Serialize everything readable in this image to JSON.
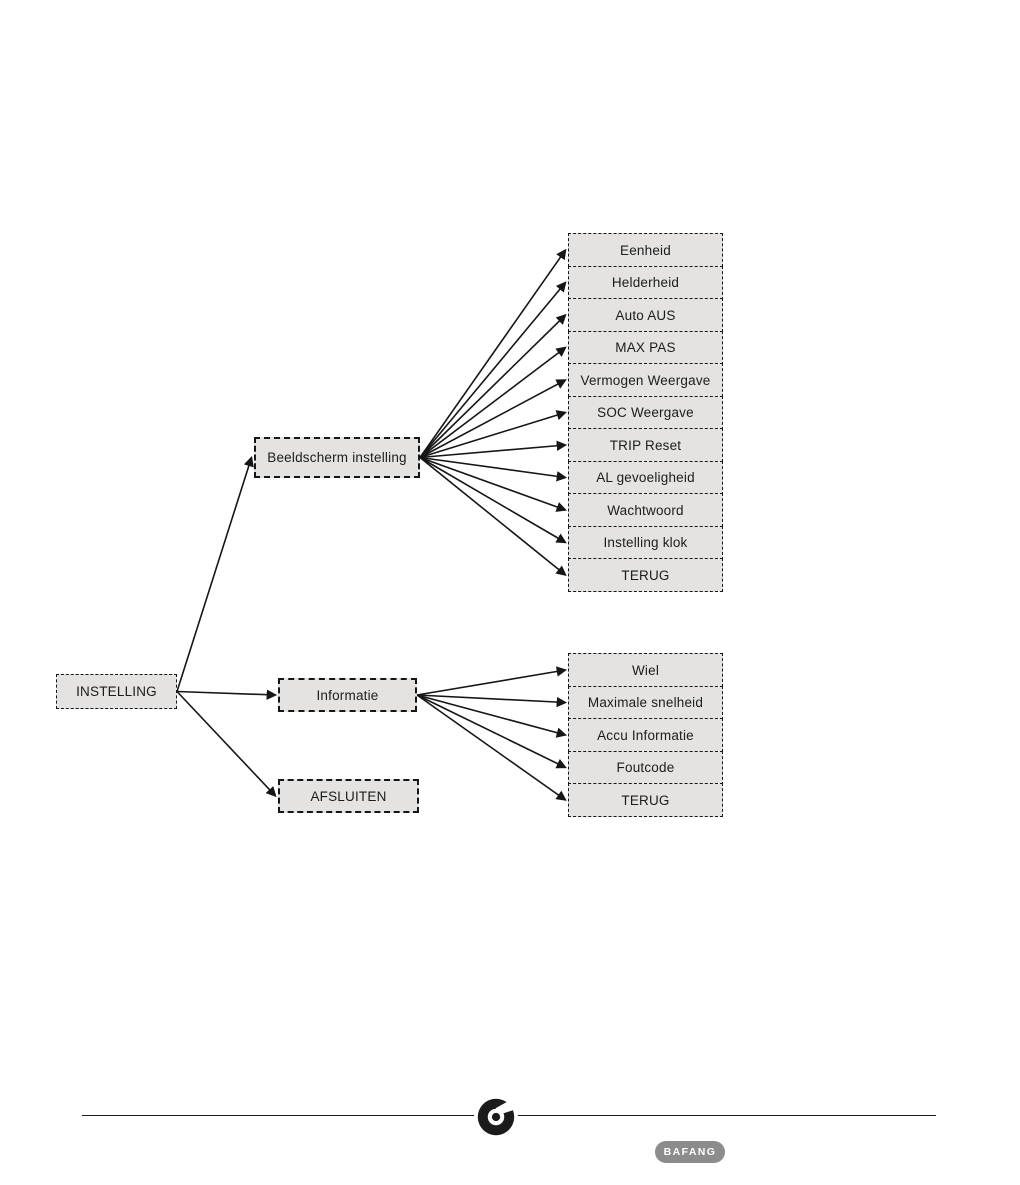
{
  "diagram": {
    "root": {
      "id": "instelling",
      "label": "INSTELLING"
    },
    "level2": [
      {
        "id": "beeldscherm",
        "label": "Beeldscherm instelling"
      },
      {
        "id": "informatie",
        "label": "Informatie"
      },
      {
        "id": "afsluiten",
        "label": "AFSLUITEN"
      }
    ],
    "display_submenu": [
      "Eenheid",
      "Helderheid",
      "Auto AUS",
      "MAX PAS",
      "Vermogen Weergave",
      "SOC Weergave",
      "TRIP Reset",
      "AL gevoeligheid",
      "Wachtwoord",
      "Instelling klok",
      "TERUG"
    ],
    "info_submenu": [
      "Wiel",
      "Maximale snelheid",
      "Accu Informatie",
      "Foutcode",
      "TERUG"
    ],
    "edges": [
      {
        "from": "instelling",
        "to": "beeldscherm"
      },
      {
        "from": "instelling",
        "to": "informatie"
      },
      {
        "from": "instelling",
        "to": "afsluiten"
      },
      {
        "from": "beeldscherm",
        "to": "display-0"
      },
      {
        "from": "beeldscherm",
        "to": "display-1"
      },
      {
        "from": "beeldscherm",
        "to": "display-2"
      },
      {
        "from": "beeldscherm",
        "to": "display-3"
      },
      {
        "from": "beeldscherm",
        "to": "display-4"
      },
      {
        "from": "beeldscherm",
        "to": "display-5"
      },
      {
        "from": "beeldscherm",
        "to": "display-6"
      },
      {
        "from": "beeldscherm",
        "to": "display-7"
      },
      {
        "from": "beeldscherm",
        "to": "display-8"
      },
      {
        "from": "beeldscherm",
        "to": "display-9"
      },
      {
        "from": "beeldscherm",
        "to": "display-10"
      },
      {
        "from": "informatie",
        "to": "info-0"
      },
      {
        "from": "informatie",
        "to": "info-1"
      },
      {
        "from": "informatie",
        "to": "info-2"
      },
      {
        "from": "informatie",
        "to": "info-3"
      },
      {
        "from": "informatie",
        "to": "info-4"
      }
    ]
  },
  "footer": {
    "brand": "BAFANG",
    "logo_icon": "bafang-logo"
  },
  "colors": {
    "box_fill": "#e4e3e1",
    "box_border": "#161616",
    "arrow_line": "#161616",
    "badge_bg": "#8c8c8c",
    "badge_text": "#ffffff",
    "page_bg": "#ffffff"
  }
}
